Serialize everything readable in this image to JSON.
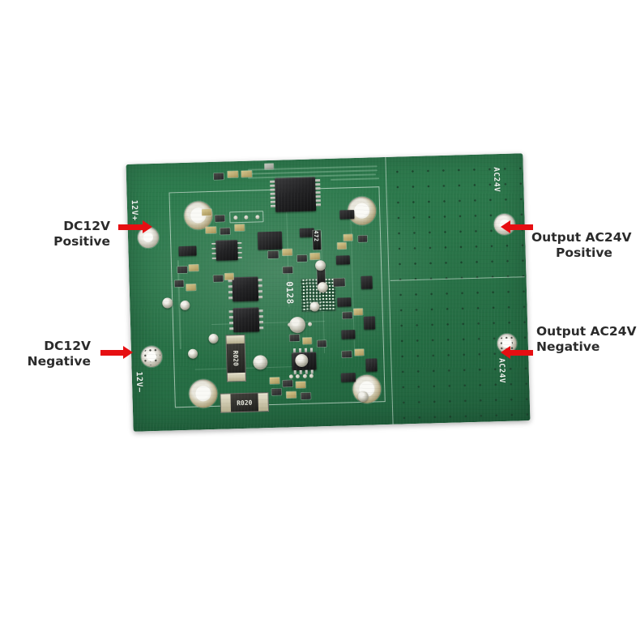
{
  "image": {
    "subject": "pcb-board-photo",
    "background_color": "#ffffff",
    "board_color": "#2a7549"
  },
  "annotations": [
    {
      "id": "dc12v-positive",
      "text_lines": [
        "DC12V Positive"
      ],
      "side": "left",
      "arrow": "right",
      "arrow_color": "#e60f12"
    },
    {
      "id": "dc12v-negative",
      "text_lines": [
        "DC12V",
        "Negative"
      ],
      "side": "left",
      "arrow": "right",
      "arrow_color": "#e60f12"
    },
    {
      "id": "output-ac24v-positive",
      "text_lines": [
        "Output AC24V",
        "Positive"
      ],
      "side": "right",
      "arrow": "left",
      "arrow_color": "#e60f12"
    },
    {
      "id": "output-ac24v-negative",
      "text_lines": [
        "Output AC24V",
        "Negative"
      ],
      "side": "right",
      "arrow": "left",
      "arrow_color": "#e60f12"
    }
  ],
  "annotation_text": {
    "dc12v_positive": "DC12V Positive",
    "dc12v_negative_line1": "DC12V",
    "dc12v_negative_line2": "Negative",
    "ac24v_positive_line1": "Output AC24V",
    "ac24v_positive_line2": "Positive",
    "ac24v_negative_line1": "Output AC24V",
    "ac24v_negative_line2": "Negative"
  },
  "board_silkscreen": {
    "terminal_12v_plus": "12V+",
    "terminal_12v_minus": "12V−",
    "terminal_ac24v_top": "AC24V",
    "terminal_ac24v_bottom": "AC24V",
    "batch_code": "0128",
    "shunt_resistor_1": "R020",
    "shunt_resistor_2": "R020",
    "resistor_code": "472"
  },
  "terminals": [
    {
      "name": "12V+",
      "label": "DC12V Positive",
      "position": "left-top"
    },
    {
      "name": "12V−",
      "label": "DC12V Negative",
      "position": "left-bottom"
    },
    {
      "name": "AC24V",
      "label": "Output AC24V Positive",
      "position": "right-top"
    },
    {
      "name": "AC24V",
      "label": "Output AC24V Negative",
      "position": "right-bottom"
    }
  ]
}
